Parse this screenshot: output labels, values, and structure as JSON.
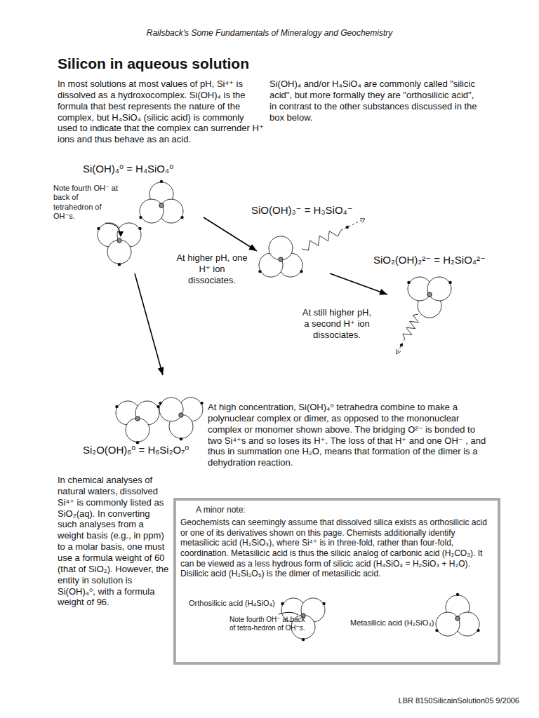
{
  "diagram": {
    "title": "Silicon in aqueous solution",
    "nodes": [
      {
        "text": [
          "A minor note:",
          "Geochemists can seemingly assume that dissolved silica exists as orthosilicic acid or one of its derivatives shown on this page. Chemists additionally identify metasilicic acid (H₂SiO₃), where Si⁴⁺ is in three-fold, rather than four-fold, coordination. Metasilicic acid is thus the silicic analog of carbonic acid (H₂CO₃). It can be viewed as a less hydrous form of silicic acid (H₄SiO₄ = H₂SiO₃ + H₂O). Disilicic acid (H₂Si₂O₅) is the dimer of metasilicic acid.",
          "Orthosilicic acid (H₄SiO₄)",
          "Note fourth OH⁻ at back of tetra-hedron of OH⁻s.",
          "Metasilicic acid (H₂SiO₃)"
        ]
      }
    ],
    "labels": [
      "Railsback's Some Fundamentals of Mineralogy and Geochemistry",
      "In most solutions at most values of pH, Si⁴⁺ is dissolved as a hydroxocomplex. Si(OH)₄ is the formula that best represents the nature of the complex, but H₄SiO₄ (silicic acid) is commonly used to indicate that the complex can surrender H⁺ ions and thus behave as an acid.",
      "Si(OH)₄ and/or H₄SiO₄ are commonly called \"silicic acid\", but more formally they are \"orthosilicic acid\", in contrast to the other substances discussed in the box below.",
      "Si(OH)₄⁰ = H₄SiO₄⁰",
      "Note fourth OH⁻ at back of tetrahedron of OH⁻s.",
      "SiO(OH)₃⁻ = H₃SiO₄⁻",
      "At higher pH, one H⁺ ion dissociates.",
      "SiO₂(OH)₂²⁻ = H₂SiO₄²⁻",
      "At still higher pH, a second H⁺ ion dissociates.",
      "Si₂O(OH)₆⁰ = H₆Si₂O₇⁰",
      "At high concentration, Si(OH)₄⁰ tetrahedra combine to make a polynuclear complex or dimer, as opposed to the mononuclear complex or monomer shown above. The bridging O²⁻ is bonded to two Si⁴⁺s and so loses its H⁺. The loss of that H⁺ and one OH⁻ , and thus in summation one H₂O, means that formation of the dimer is a dehydration reaction.",
      "In chemical analyses of natural waters, dissolved Si⁴⁺ is commonly listed as SiO₂(aq). In converting such analyses from a weight basis (e.g., in ppm) to a molar basis, one must use a formula weight of 60 (that of SiO₂). However, the entity in solution is Si(OH)₄⁰, with a formula weight of 96.",
      "LBR 8150SilicainSolution05 9/2006"
    ]
  }
}
